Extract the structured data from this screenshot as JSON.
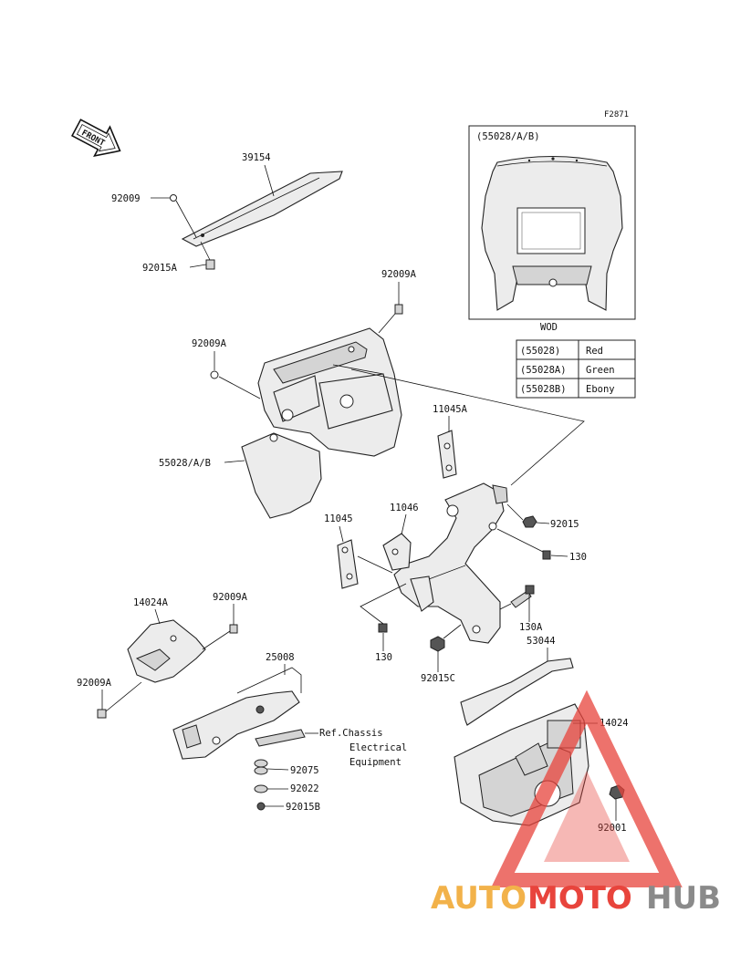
{
  "figure_code": "F2871",
  "front_arrow": {
    "text": "FRONT",
    "icon": "front-arrow-icon"
  },
  "inset": {
    "title": "(55028/A/B)",
    "caption": "WOD",
    "color_table": [
      {
        "code": "(55028)",
        "color": "Red"
      },
      {
        "code": "(55028A)",
        "color": "Green"
      },
      {
        "code": "(55028B)",
        "color": "Ebony"
      }
    ]
  },
  "part_labels": {
    "p39154": "39154",
    "p92009": "92009",
    "p92015A": "92015A",
    "p92009A_top": "92009A",
    "p92009A_left": "92009A",
    "p55028AB": "55028/A/B",
    "p11045A": "11045A",
    "p92015": "92015",
    "p11046": "11046",
    "p11045": "11045",
    "p130_right": "130",
    "p130A": "130A",
    "p130_bottom": "130",
    "p92015C": "92015C",
    "p14024A": "14024A",
    "p92009A_mid": "92009A",
    "p92009A_low": "92009A",
    "p25008": "25008",
    "p53044": "53044",
    "p14024": "14024",
    "p92075": "92075",
    "p92022": "92022",
    "p92015B": "92015B",
    "p92001": "92001"
  },
  "reference_note": [
    "Ref.Chassis",
    "Electrical",
    "Equipment"
  ],
  "watermark": {
    "part1": "AUTO",
    "part2": "MOTO",
    "part3": "HUB",
    "color_orange": "#f2b24a",
    "color_red": "#e8443c",
    "color_grey": "#8a8a8a"
  }
}
